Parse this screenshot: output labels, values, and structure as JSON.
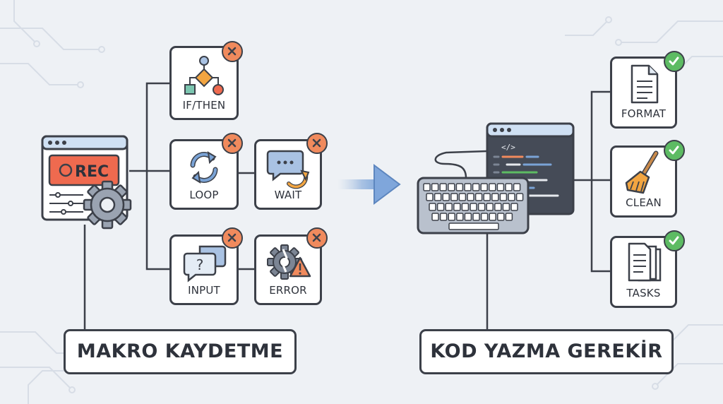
{
  "left": {
    "rec_label": "REC",
    "caption": "MAKRO KAYDETME",
    "cards": {
      "ifthen": "IF/THEN",
      "loop": "LOOP",
      "wait": "WAIT",
      "input": "INPUT",
      "error": "ERROR"
    }
  },
  "right": {
    "caption": "KOD YAZMA GEREKİR",
    "cards": {
      "format": "FORMAT",
      "clean": "CLEAN",
      "tasks": "TASKS"
    },
    "code_tag": "</>"
  },
  "colors": {
    "outline": "#3c4049",
    "rec_red": "#ef6a4f",
    "badge_fail": "#f08a5d",
    "badge_ok": "#5dbb63",
    "accent_blue": "#7aa3d6",
    "broom_orange": "#f2a541"
  }
}
